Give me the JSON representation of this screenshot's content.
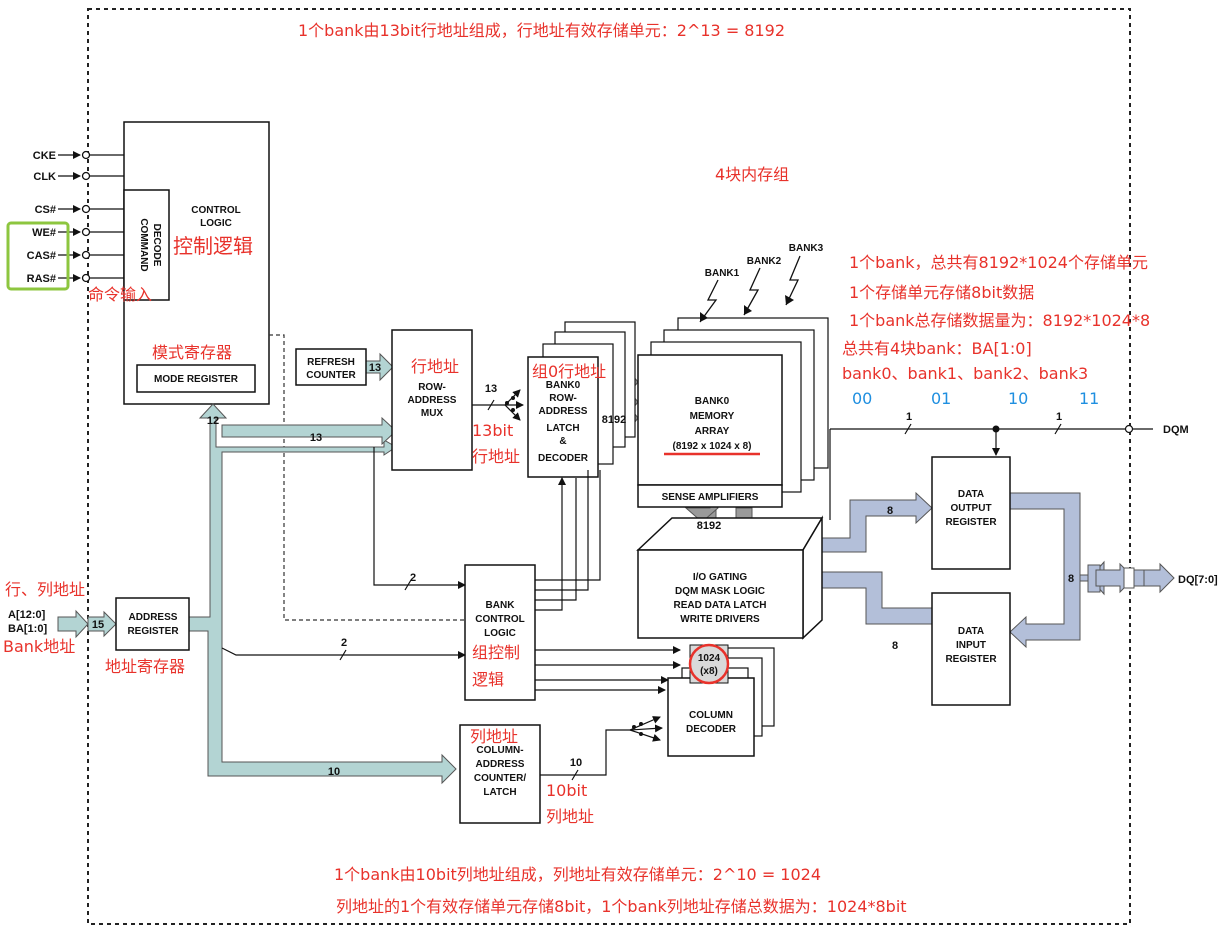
{
  "colors": {
    "annotation": "#e8322b",
    "bus": "#b3d4d3",
    "dq_bus": "#b3bfd9",
    "bank_bits": "#1f8fe0",
    "highlight_box": "#8dc63f"
  },
  "annotations": {
    "row_summary": "1个bank由13bit行地址组成，行地址有效存储单元：2^13 = 8192",
    "col_summary1": "1个bank由10bit列地址组成，列地址有效存储单元：2^10 = 1024",
    "col_summary2": "列地址的1个有效存储单元存储8bit，1个bank列地址存储总数据为：1024*8bit",
    "four_banks": "4块内存组",
    "bank_info1": "1个bank，总共有8192*1024个存储单元",
    "bank_info2": "1个存储单元存储8bit数据",
    "bank_info3": "1个bank总存储数据量为：8192*1024*8",
    "bank_info4": "总共有4块bank：BA[1:0]",
    "bank_list": "bank0、bank1、bank2、bank3",
    "bits_00": "00",
    "bits_01": "01",
    "bits_10": "10",
    "bits_11": "11",
    "control_logic_cn": "控制逻辑",
    "command_input_cn": "命令输入",
    "mode_register_cn": "模式寄存器",
    "row_addr_cn": "行地址",
    "bank0_row_cn": "组0行地址",
    "row13_line1": "13bit",
    "row13_line2": "行地址",
    "row_col_addr_cn": "行、列地址",
    "bank_addr_cn": "Bank地址",
    "addr_reg_cn": "地址寄存器",
    "bank_ctrl_cn1": "组控制",
    "bank_ctrl_cn2": "逻辑",
    "col_addr_cn": "列地址",
    "col10_line1": "10bit",
    "col10_line2": "列地址"
  },
  "pins": {
    "cke": "CKE",
    "clk": "CLK",
    "cs": "CS#",
    "we": "WE#",
    "cas": "CAS#",
    "ras": "RAS#",
    "addr": "A[12:0]",
    "ba": "BA[1:0]",
    "dqm": "DQM",
    "dq": "DQ[7:0]"
  },
  "blocks": {
    "control_logic_1": "CONTROL",
    "control_logic_2": "LOGIC",
    "command_decode_1": "COMMAND",
    "command_decode_2": "DECODE",
    "mode_register": "MODE REGISTER",
    "refresh_1": "REFRESH",
    "refresh_2": "COUNTER",
    "row_mux_1": "ROW-",
    "row_mux_2": "ADDRESS",
    "row_mux_3": "MUX",
    "latch_1": "BANK0",
    "latch_2": "ROW-",
    "latch_3": "ADDRESS",
    "latch_4": "LATCH",
    "latch_5": "&",
    "latch_6": "DECODER",
    "bank0_1": "BANK0",
    "bank0_2": "MEMORY",
    "bank0_3": "ARRAY",
    "bank0_4": "(8192 x 1024 x 8)",
    "bank1": "BANK1",
    "bank2": "BANK2",
    "bank3": "BANK3",
    "sense_amps": "SENSE AMPLIFIERS",
    "io_1": "I/O GATING",
    "io_2": "DQM MASK LOGIC",
    "io_3": "READ DATA LATCH",
    "io_4": "WRITE DRIVERS",
    "data_out_1": "DATA",
    "data_out_2": "OUTPUT",
    "data_out_3": "REGISTER",
    "data_in_1": "DATA",
    "data_in_2": "INPUT",
    "data_in_3": "REGISTER",
    "addr_reg_1": "ADDRESS",
    "addr_reg_2": "REGISTER",
    "bank_ctrl_1": "BANK",
    "bank_ctrl_2": "CONTROL",
    "bank_ctrl_3": "LOGIC",
    "col_counter_1": "COLUMN-",
    "col_counter_2": "ADDRESS",
    "col_counter_3": "COUNTER/",
    "col_counter_4": "LATCH",
    "col_decoder_1": "COLUMN",
    "col_decoder_2": "DECODER",
    "col_cells_1": "1024",
    "col_cells_2": "(x8)"
  },
  "bus_labels": {
    "b15": "15",
    "b12": "12",
    "b13_refresh": "13",
    "b13_main": "13",
    "b13_mux": "13",
    "b8192_latch": "8192",
    "b8192_sense": "8192",
    "b2_top": "2",
    "b2_mid": "2",
    "b10_main": "10",
    "b10_col": "10",
    "b8_out": "8",
    "b8_in": "8",
    "b8_dq": "8",
    "b1_left": "1",
    "b1_right": "1"
  }
}
